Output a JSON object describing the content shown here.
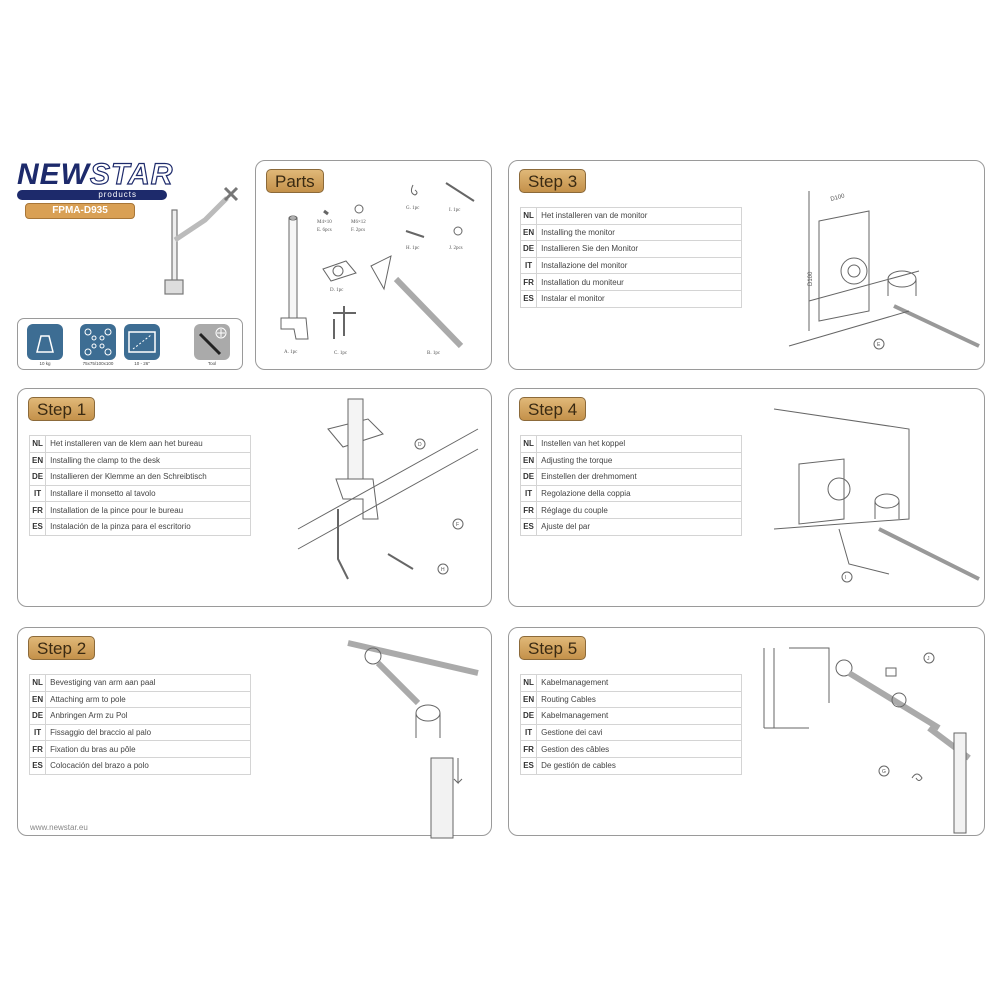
{
  "brand": {
    "name_part1": "NEW",
    "name_part2": "STAR",
    "sub": "products",
    "model": "FPMA-D935"
  },
  "specs": [
    {
      "icon": "weight-icon",
      "label": "10 kg"
    },
    {
      "icon": "vesa-icon",
      "label": "75x75/100x100"
    },
    {
      "icon": "screen-size-icon",
      "label": "10 - 26\""
    },
    {
      "icon": "screwdriver-icon",
      "label": "Tool"
    }
  ],
  "parts": {
    "title": "Parts",
    "items": {
      "a": "A. 1pc",
      "b": "B. 1pc",
      "c": "C. 1pc",
      "d": "D. 1pc",
      "e_size": "M4×10",
      "e": "E. 6pcs",
      "f_size": "M6×12",
      "f": "F. 2pcs",
      "g": "G. 1pc",
      "h": "H. 1pc",
      "i": "I. 1pc",
      "j": "J. 2pcs"
    }
  },
  "steps": {
    "s1": {
      "title": "Step 1",
      "rows": [
        [
          "NL",
          "Het installeren van de klem aan het bureau"
        ],
        [
          "EN",
          "Installing the clamp to the desk"
        ],
        [
          "DE",
          "Installieren der Klemme an den Schreibtisch"
        ],
        [
          "IT",
          "Installare il monsetto al tavolo"
        ],
        [
          "FR",
          "Installation de la pince pour le bureau"
        ],
        [
          "ES",
          "Instalación de la pinza para el escritorio"
        ]
      ],
      "callouts": [
        "D",
        "F",
        "H"
      ]
    },
    "s2": {
      "title": "Step 2",
      "rows": [
        [
          "NL",
          "Bevestiging van arm aan paal"
        ],
        [
          "EN",
          "Attaching arm to pole"
        ],
        [
          "DE",
          "Anbringen Arm zu Pol"
        ],
        [
          "IT",
          "Fissaggio del braccio al palo"
        ],
        [
          "FR",
          "Fixation du bras au pôle"
        ],
        [
          "ES",
          "Colocación del brazo a polo"
        ]
      ]
    },
    "s3": {
      "title": "Step 3",
      "rows": [
        [
          "NL",
          "Het installeren van de monitor"
        ],
        [
          "EN",
          "Installing the monitor"
        ],
        [
          "DE",
          "Installieren Sie den Monitor"
        ],
        [
          "IT",
          "Installazione del monitor"
        ],
        [
          "FR",
          "Installation du moniteur"
        ],
        [
          "ES",
          "Instalar el monitor"
        ]
      ],
      "callouts": [
        "E"
      ],
      "dims": [
        "D100",
        "D100"
      ]
    },
    "s4": {
      "title": "Step 4",
      "rows": [
        [
          "NL",
          "Instellen van het koppel"
        ],
        [
          "EN",
          "Adjusting the torque"
        ],
        [
          "DE",
          "Einstellen der drehmoment"
        ],
        [
          "IT",
          "Regolazione della coppia"
        ],
        [
          "FR",
          "Réglage du couple"
        ],
        [
          "ES",
          "Ajuste del par"
        ]
      ],
      "callouts": [
        "I"
      ]
    },
    "s5": {
      "title": "Step 5",
      "rows": [
        [
          "NL",
          "Kabelmanagement"
        ],
        [
          "EN",
          "Routing Cables"
        ],
        [
          "DE",
          "Kabelmanagement"
        ],
        [
          "IT",
          "Gestione dei cavi"
        ],
        [
          "FR",
          "Gestion des câbles"
        ],
        [
          "ES",
          "De gestión de cables"
        ]
      ],
      "callouts": [
        "J",
        "G"
      ]
    }
  },
  "footer": "www.newstar.eu"
}
